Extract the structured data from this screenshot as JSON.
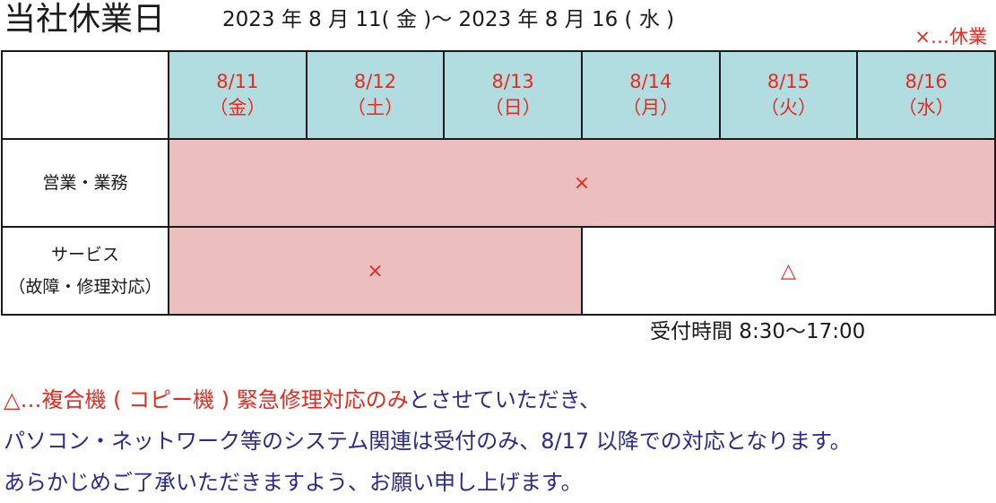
{
  "header": {
    "title": "当社休業日",
    "period": "2023 年 8 月 11( 金 )～ 2023 年 8 月 16 ( 水 )",
    "legend": "×…休業"
  },
  "table": {
    "days": [
      {
        "date": "8/11",
        "weekday": "（金）"
      },
      {
        "date": "8/12",
        "weekday": "（土）"
      },
      {
        "date": "8/13",
        "weekday": "（日）"
      },
      {
        "date": "8/14",
        "weekday": "（月）"
      },
      {
        "date": "8/15",
        "weekday": "（火）"
      },
      {
        "date": "8/16",
        "weekday": "（水）"
      }
    ],
    "rows": [
      {
        "label_lines": [
          "営業・業務"
        ],
        "cells": [
          {
            "mark": "×",
            "span": 6
          }
        ]
      },
      {
        "label_lines": [
          "サービス",
          "（故障・修理対応）"
        ],
        "cells": [
          {
            "mark": "×",
            "span": 3
          },
          {
            "mark": "△",
            "span": 3
          }
        ]
      }
    ]
  },
  "hours": "受付時間  8:30～17:00",
  "notice": {
    "line1_red": "△…複合機 ( コピー機 ) 緊急修理対応のみ",
    "line1_rest": "とさせていただき、",
    "line2": "パソコン・ネットワーク等のシステム関連は受付のみ、8/17 以降での対応となります。",
    "line3": "あらかじめご了承いただきますよう、お願い申し上げます。"
  },
  "colors": {
    "header_fill": "#b2dde0",
    "closed_fill": "#ecbfbf",
    "accent_red": "#e8291f",
    "notice_blue": "#2b2a8f"
  }
}
